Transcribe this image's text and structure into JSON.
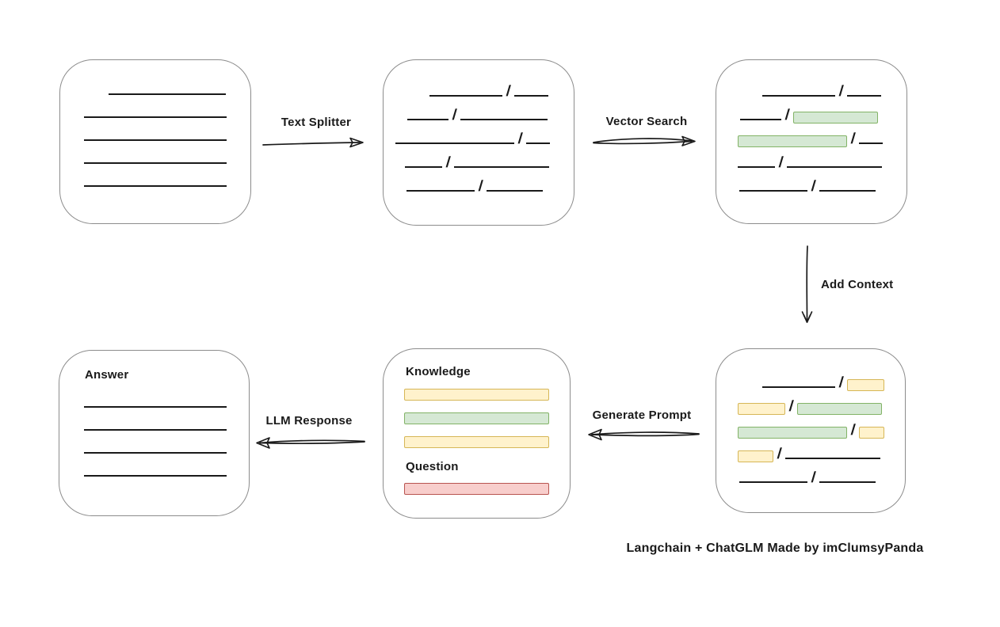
{
  "colors": {
    "ink": "#1a1a1a",
    "box_border": "#8c8c8c",
    "green_fill": "#d5e8d4",
    "green_border": "#82b366",
    "yellow_fill": "#fff2cc",
    "yellow_border": "#d6b656",
    "red_fill": "#f8cecc",
    "red_border": "#b85450"
  },
  "diagram": {
    "caption": "Langchain + ChatGLM Made by imClumsyPanda",
    "arrows": {
      "text_splitter": "Text Splitter",
      "vector_search": "Vector Search",
      "add_context": "Add Context",
      "generate_prompt": "Generate Prompt",
      "llm_response": "LLM Response"
    },
    "document": {
      "lines": [
        {
          "indent": 61,
          "w": 148
        },
        {
          "indent": 30,
          "w": 180
        },
        {
          "indent": 30,
          "w": 180
        },
        {
          "indent": 30,
          "w": 180
        },
        {
          "indent": 30,
          "w": 180
        }
      ]
    },
    "chunks": {
      "rows": [
        {
          "indent": 58,
          "segments": [
            {
              "kind": "line",
              "w": 92
            },
            {
              "kind": "line",
              "w": 43
            }
          ]
        },
        {
          "indent": 30,
          "segments": [
            {
              "kind": "line",
              "w": 52
            },
            {
              "kind": "line",
              "w": 110
            }
          ]
        },
        {
          "indent": 15,
          "segments": [
            {
              "kind": "line",
              "w": 150
            },
            {
              "kind": "line",
              "w": 30
            }
          ]
        },
        {
          "indent": 27,
          "segments": [
            {
              "kind": "line",
              "w": 47
            },
            {
              "kind": "line",
              "w": 120
            }
          ]
        },
        {
          "indent": 29,
          "segments": [
            {
              "kind": "line",
              "w": 86
            },
            {
              "kind": "line",
              "w": 71
            }
          ]
        }
      ]
    },
    "embedded": {
      "rows": [
        {
          "indent": 58,
          "segments": [
            {
              "kind": "line",
              "w": 92
            },
            {
              "kind": "line",
              "w": 43
            }
          ]
        },
        {
          "indent": 30,
          "segments": [
            {
              "kind": "line",
              "w": 52
            },
            {
              "kind": "green",
              "w": 107
            }
          ]
        },
        {
          "indent": 27,
          "segments": [
            {
              "kind": "green",
              "w": 138
            },
            {
              "kind": "line",
              "w": 30
            }
          ]
        },
        {
          "indent": 27,
          "segments": [
            {
              "kind": "line",
              "w": 47
            },
            {
              "kind": "line",
              "w": 120
            }
          ]
        },
        {
          "indent": 29,
          "segments": [
            {
              "kind": "line",
              "w": 86
            },
            {
              "kind": "line",
              "w": 71
            }
          ]
        }
      ]
    },
    "context": {
      "rows": [
        {
          "indent": 58,
          "segments": [
            {
              "kind": "line",
              "w": 92
            },
            {
              "kind": "yellow",
              "w": 47
            }
          ]
        },
        {
          "indent": 27,
          "segments": [
            {
              "kind": "yellow",
              "w": 60
            },
            {
              "kind": "green",
              "w": 107
            }
          ]
        },
        {
          "indent": 27,
          "segments": [
            {
              "kind": "green",
              "w": 138
            },
            {
              "kind": "yellow",
              "w": 32
            }
          ]
        },
        {
          "indent": 27,
          "segments": [
            {
              "kind": "yellow",
              "w": 45
            },
            {
              "kind": "line",
              "w": 120
            }
          ]
        },
        {
          "indent": 29,
          "segments": [
            {
              "kind": "line",
              "w": 86
            },
            {
              "kind": "line",
              "w": 71
            }
          ]
        }
      ]
    },
    "prompt": {
      "knowledge_label": "Knowledge",
      "question_label": "Question",
      "knowledge_rows": [
        {
          "indent": 26,
          "segments": [
            {
              "kind": "yellow",
              "w": 183
            }
          ]
        },
        {
          "indent": 26,
          "segments": [
            {
              "kind": "green",
              "w": 183
            }
          ]
        },
        {
          "indent": 26,
          "segments": [
            {
              "kind": "yellow",
              "w": 183
            }
          ]
        }
      ],
      "question_rows": [
        {
          "indent": 26,
          "segments": [
            {
              "kind": "red",
              "w": 183
            }
          ]
        }
      ]
    },
    "answer": {
      "label": "Answer",
      "lines": [
        {
          "indent": 31,
          "w": 180
        },
        {
          "indent": 31,
          "w": 180
        },
        {
          "indent": 31,
          "w": 180
        },
        {
          "indent": 31,
          "w": 180
        }
      ]
    }
  }
}
